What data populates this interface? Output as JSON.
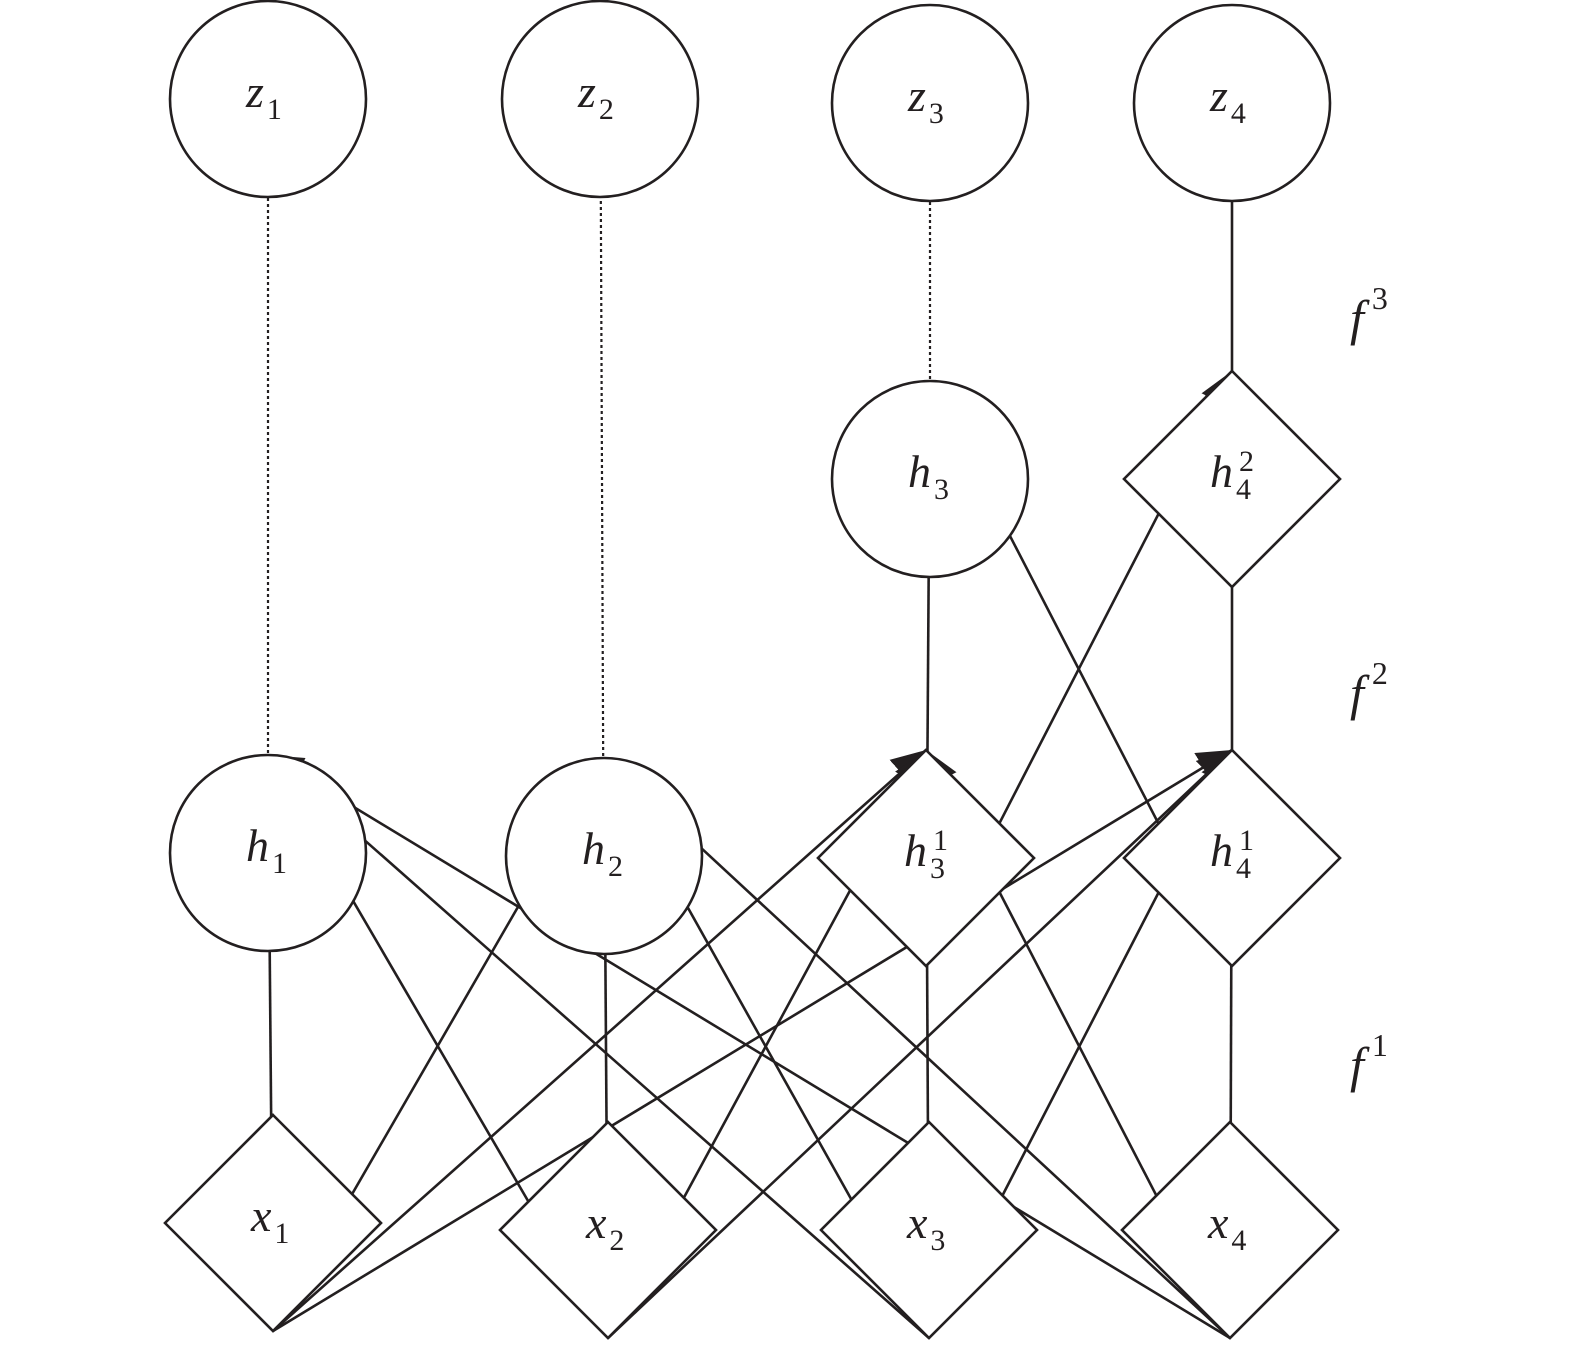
{
  "colors": {
    "stroke": "#231f20",
    "background": "#ffffff"
  },
  "nodes": {
    "z1": {
      "shape": "circle",
      "symbol": "z",
      "sub": "1",
      "sup": ""
    },
    "z2": {
      "shape": "circle",
      "symbol": "z",
      "sub": "2",
      "sup": ""
    },
    "z3": {
      "shape": "circle",
      "symbol": "z",
      "sub": "3",
      "sup": ""
    },
    "z4": {
      "shape": "circle",
      "symbol": "z",
      "sub": "4",
      "sup": ""
    },
    "h3": {
      "shape": "circle",
      "symbol": "h",
      "sub": "3",
      "sup": ""
    },
    "h4_2": {
      "shape": "diamond",
      "symbol": "h",
      "sub": "4",
      "sup": "2"
    },
    "h1": {
      "shape": "circle",
      "symbol": "h",
      "sub": "1",
      "sup": ""
    },
    "h2": {
      "shape": "circle",
      "symbol": "h",
      "sub": "2",
      "sup": ""
    },
    "h3_1": {
      "shape": "diamond",
      "symbol": "h",
      "sub": "3",
      "sup": "1"
    },
    "h4_1": {
      "shape": "diamond",
      "symbol": "h",
      "sub": "4",
      "sup": "1"
    },
    "x1": {
      "shape": "diamond",
      "symbol": "x",
      "sub": "1",
      "sup": ""
    },
    "x2": {
      "shape": "diamond",
      "symbol": "x",
      "sub": "2",
      "sup": ""
    },
    "x3": {
      "shape": "diamond",
      "symbol": "x",
      "sub": "3",
      "sup": ""
    },
    "x4": {
      "shape": "diamond",
      "symbol": "x",
      "sub": "4",
      "sup": ""
    }
  },
  "stages": {
    "f1": {
      "symbol": "f",
      "sup": "1"
    },
    "f2": {
      "symbol": "f",
      "sup": "2"
    },
    "f3": {
      "symbol": "f",
      "sup": "3"
    }
  },
  "edges": [
    {
      "from": "x1",
      "to": "h1",
      "style": "solid"
    },
    {
      "from": "x1",
      "to": "h2",
      "style": "solid"
    },
    {
      "from": "x1",
      "to": "h3_1",
      "style": "solid"
    },
    {
      "from": "x1",
      "to": "h4_1",
      "style": "solid"
    },
    {
      "from": "x2",
      "to": "h1",
      "style": "solid"
    },
    {
      "from": "x2",
      "to": "h2",
      "style": "solid"
    },
    {
      "from": "x2",
      "to": "h3_1",
      "style": "solid"
    },
    {
      "from": "x2",
      "to": "h4_1",
      "style": "solid"
    },
    {
      "from": "x3",
      "to": "h1",
      "style": "solid"
    },
    {
      "from": "x3",
      "to": "h2",
      "style": "solid"
    },
    {
      "from": "x3",
      "to": "h3_1",
      "style": "solid"
    },
    {
      "from": "x3",
      "to": "h4_1",
      "style": "solid"
    },
    {
      "from": "x4",
      "to": "h1",
      "style": "solid"
    },
    {
      "from": "x4",
      "to": "h2",
      "style": "solid"
    },
    {
      "from": "x4",
      "to": "h3_1",
      "style": "solid"
    },
    {
      "from": "x4",
      "to": "h4_1",
      "style": "solid"
    },
    {
      "from": "h3_1",
      "to": "h3",
      "style": "solid"
    },
    {
      "from": "h3_1",
      "to": "h4_2",
      "style": "solid"
    },
    {
      "from": "h4_1",
      "to": "h3",
      "style": "solid"
    },
    {
      "from": "h4_1",
      "to": "h4_2",
      "style": "solid"
    },
    {
      "from": "h1",
      "to": "z1",
      "style": "dotted"
    },
    {
      "from": "h2",
      "to": "z2",
      "style": "dotted"
    },
    {
      "from": "h3",
      "to": "z3",
      "style": "dotted"
    },
    {
      "from": "h4_2",
      "to": "z4",
      "style": "solid"
    }
  ]
}
